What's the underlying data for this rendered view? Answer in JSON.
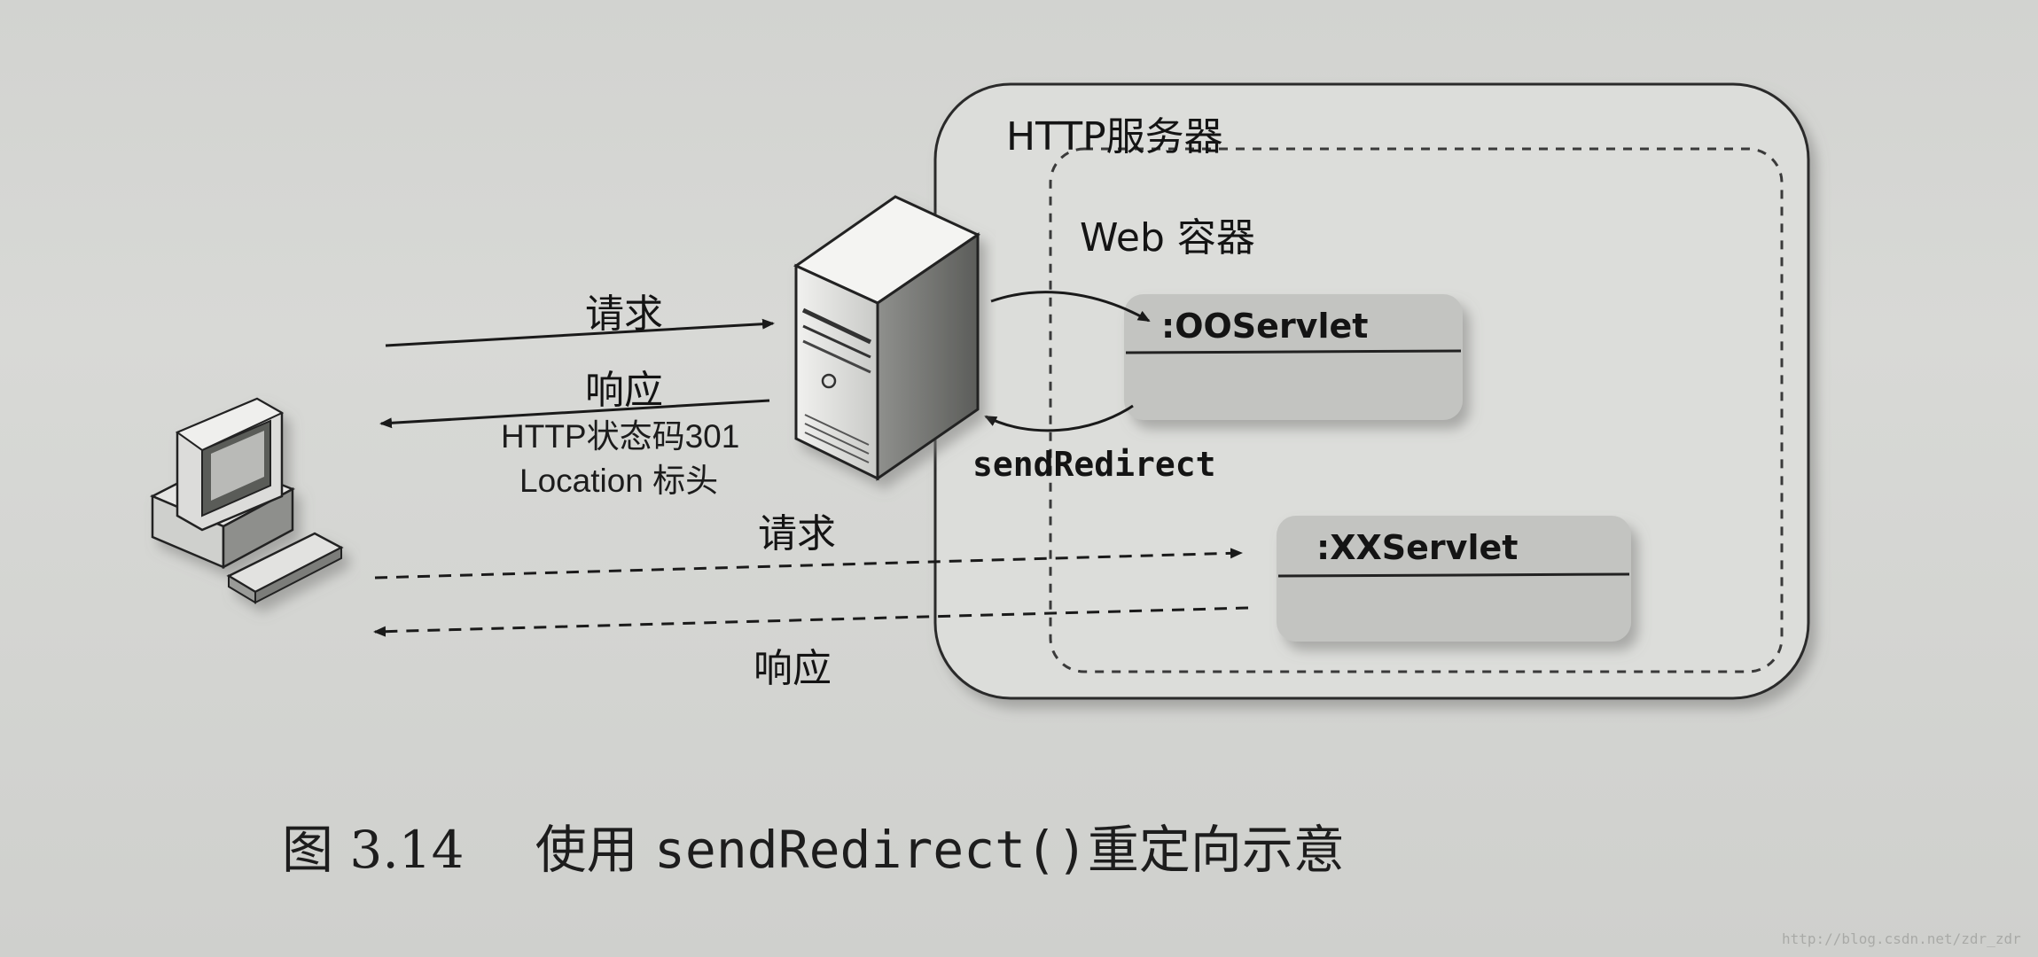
{
  "diagram": {
    "server_label": "HTTP服务器",
    "container_label": "Web 容器",
    "servlet_a": ":OOServlet",
    "servlet_b": ":XXServlet",
    "redirect_call": "sendRedirect",
    "first_request": "请求",
    "first_response": "响应",
    "status_line1": "HTTP状态码301",
    "status_line2": "Location 标头",
    "second_request": "请求",
    "second_response": "响应"
  },
  "caption": {
    "number": "图 3.14",
    "text_prefix": "使用 ",
    "method": "sendRedirect()",
    "text_suffix": "重定向示意"
  },
  "watermark": "http://blog.csdn.net/zdr_zdr",
  "colors": {
    "paper": "#d4d5d2",
    "ink": "#1a1a1a",
    "servlet_box": "#c3c4c1",
    "panel": "#dedfdc"
  },
  "icons": [
    "client-computer-icon",
    "server-tower-icon"
  ]
}
